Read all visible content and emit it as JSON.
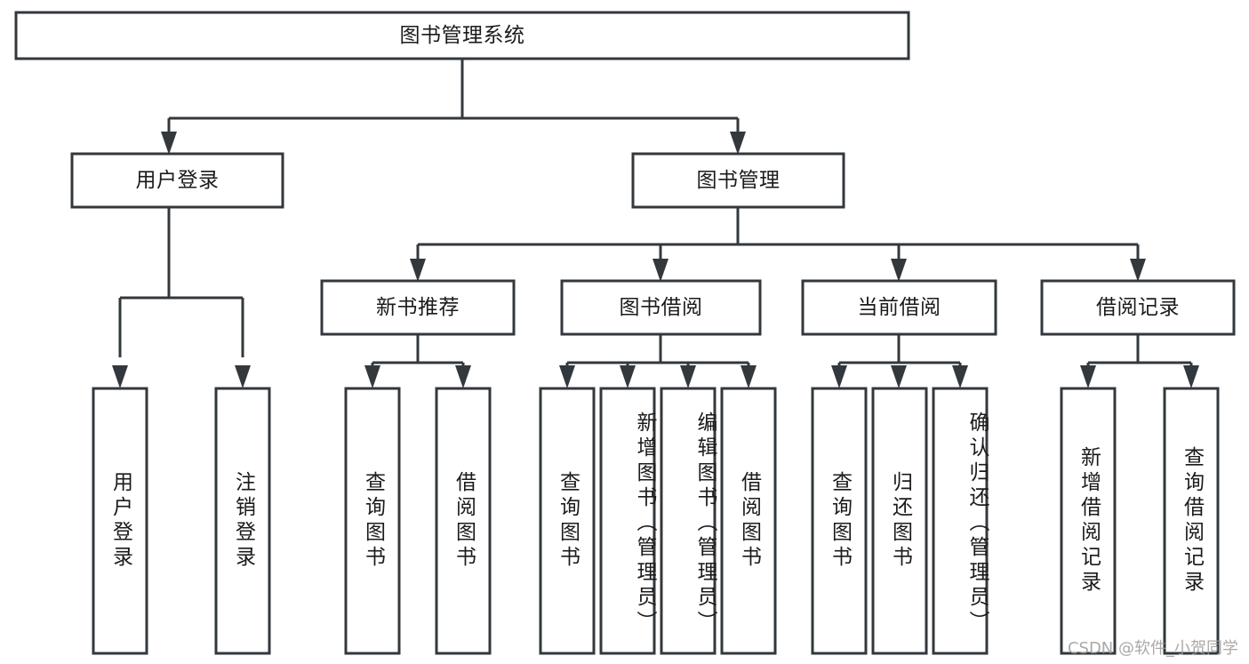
{
  "diagram": {
    "type": "hierarchy-tree",
    "title": "图书管理系统",
    "watermark": "CSDN @软件_小贺同学",
    "colors": {
      "stroke": "#33383d",
      "box_fill": "#ffffff",
      "text": "#1b1b1b",
      "watermark": "#9b9b9b",
      "background": "#ffffff"
    },
    "root": {
      "id": "root",
      "label": "图书管理系统"
    },
    "level2": [
      {
        "id": "user-login",
        "label": "用户登录"
      },
      {
        "id": "book-manage",
        "label": "图书管理"
      }
    ],
    "level3": [
      {
        "id": "new-book-recommend",
        "label": "新书推荐",
        "parent": "book-manage"
      },
      {
        "id": "book-borrow",
        "label": "图书借阅",
        "parent": "book-manage"
      },
      {
        "id": "current-borrow",
        "label": "当前借阅",
        "parent": "book-manage"
      },
      {
        "id": "borrow-record",
        "label": "借阅记录",
        "parent": "book-manage"
      }
    ],
    "leaves": {
      "user-login": [
        {
          "id": "leaf-user-login",
          "label": "用户登录"
        },
        {
          "id": "leaf-user-logout",
          "label": "注销登录"
        }
      ],
      "new-book-recommend": [
        {
          "id": "leaf-query-book-1",
          "label": "查询图书"
        },
        {
          "id": "leaf-borrow-book-1",
          "label": "借阅图书"
        }
      ],
      "book-borrow": [
        {
          "id": "leaf-query-book-2",
          "label": "查询图书"
        },
        {
          "id": "leaf-add-book",
          "label": "新增图书（管理员）"
        },
        {
          "id": "leaf-edit-book",
          "label": "编辑图书（管理员）"
        },
        {
          "id": "leaf-borrow-book-2",
          "label": "借阅图书"
        }
      ],
      "current-borrow": [
        {
          "id": "leaf-query-book-3",
          "label": "查询图书"
        },
        {
          "id": "leaf-return-book",
          "label": "归还图书"
        },
        {
          "id": "leaf-confirm-return",
          "label": "确认归还（管理员）"
        }
      ],
      "borrow-record": [
        {
          "id": "leaf-add-record",
          "label": "新增借阅记录"
        },
        {
          "id": "leaf-query-record",
          "label": "查询借阅记录"
        }
      ]
    }
  }
}
